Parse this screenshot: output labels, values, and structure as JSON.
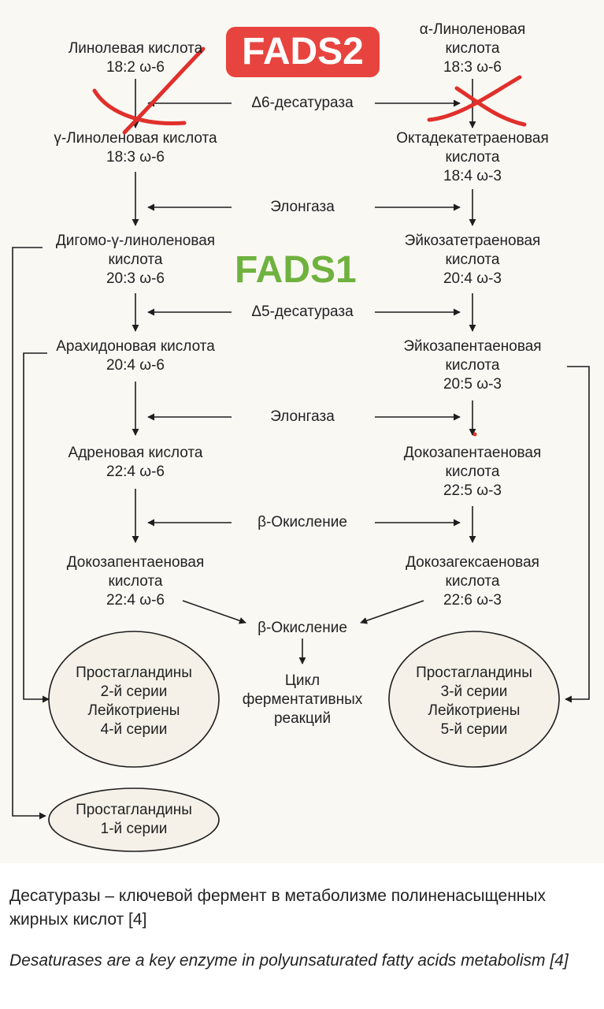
{
  "badges": {
    "fads2": "FADS2",
    "fads1": "FADS1",
    "fads2_color": "#e8443f",
    "fads1_color": "#6fb23f"
  },
  "omega6": {
    "linoleic": [
      "Линолевая кислота",
      "18:2 ω-6"
    ],
    "gamma_linolenic": [
      "γ-Линоленовая кислота",
      "18:3 ω-6"
    ],
    "dihomo": [
      "Дигомо-γ-линоленовая",
      "кислота",
      "20:3 ω-6"
    ],
    "arachidonic": [
      "Арахидоновая кислота",
      "20:4 ω-6"
    ],
    "adrenic": [
      "Адреновая кислота",
      "22:4 ω-6"
    ],
    "docosapenta": [
      "Докозапентаеновая",
      "кислота",
      "22:4 ω-6"
    ]
  },
  "omega3": {
    "alpha_linolenic": [
      "α-Линоленовая",
      "кислота",
      "18:3 ω-6"
    ],
    "octadeca": [
      "Октадекатетраеновая",
      "кислота",
      "18:4 ω-3"
    ],
    "eicosatetra": [
      "Эйкозатетраеновая",
      "кислота",
      "20:4 ω-3"
    ],
    "epa": [
      "Эйкозапентаеновая",
      "кислота",
      "20:5 ω-3"
    ],
    "dpa": [
      "Докозапентаеновая",
      "кислота",
      "22:5 ω-3"
    ],
    "dha": [
      "Докозагексаеновая",
      "кислота",
      "22:6 ω-3"
    ]
  },
  "enzymes": {
    "d6": "Δ6-десатураза",
    "elongase1": "Элонгаза",
    "d5": "Δ5-десатураза",
    "elongase2": "Элонгаза",
    "beta1": "β-Окисление",
    "beta2": "β-Окисление"
  },
  "cycle": [
    "Цикл",
    "ферментативных",
    "реакций"
  ],
  "ellipses": {
    "left": [
      "Простагландины",
      "2-й серии",
      "Лейкотриены",
      "4-й серии"
    ],
    "right": [
      "Простагландины",
      "3-й серии",
      "Лейкотриены",
      "5-й серии"
    ],
    "bottom": [
      "Простагландины",
      "1-й серии"
    ]
  },
  "captions": {
    "ru": "Десатуразы – ключевой фермент в метаболизме полиненасыщенных жирных кислот [4]",
    "en": "Desaturases are a key enzyme in polyunsaturated fatty acids metabolism [4]"
  },
  "colors": {
    "cross": "#e0302b",
    "line": "#1e1e1e",
    "diagram_bg": "#faf8f3"
  }
}
